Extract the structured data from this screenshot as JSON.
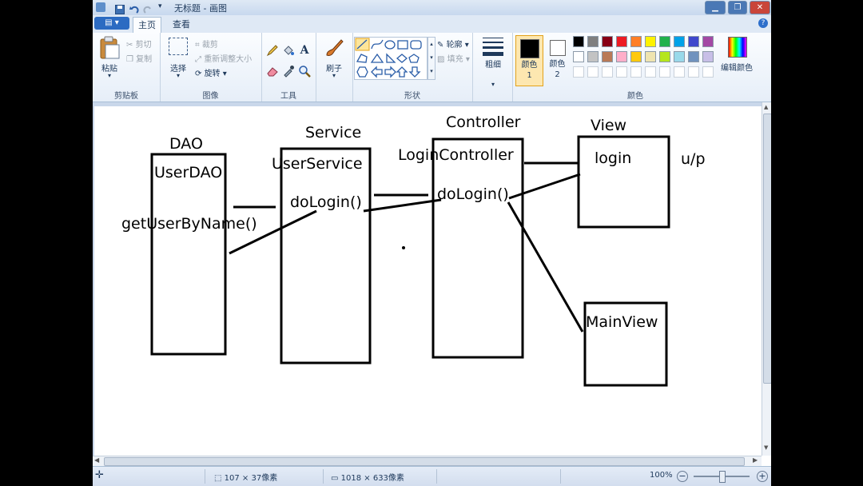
{
  "window": {
    "title": "无标题 - 画图",
    "minimize_glyph": "▁",
    "restore_glyph": "❐",
    "close_glyph": "✕"
  },
  "menu": {
    "app_button": "▤ ▾"
  },
  "tabs": [
    "主页",
    "查看"
  ],
  "help_glyph": "?",
  "ribbon": {
    "clipboard": {
      "paste": "粘贴",
      "cut": "剪切",
      "copy": "复制",
      "label": "剪贴板"
    },
    "image": {
      "select": "选择",
      "crop": "裁剪",
      "resize": "重新调整大小",
      "rotate": "旋转 ▾",
      "label": "图像"
    },
    "tools": {
      "label": "工具"
    },
    "brush": {
      "label": "刷子"
    },
    "shapes": {
      "outline": "轮廓 ▾",
      "fill": "填充 ▾",
      "label": "形状"
    },
    "size": {
      "label": "粗细"
    },
    "colors": {
      "color1": "颜色 1",
      "color2": "颜色 2",
      "edit": "编辑颜色",
      "label": "颜色",
      "swatches_row1": [
        "#000000",
        "#7f7f7f",
        "#880015",
        "#ed1c24",
        "#ff7f27",
        "#fff200",
        "#22b14c",
        "#00a2e8",
        "#3f48cc",
        "#a349a4"
      ],
      "swatches_row2": [
        "#ffffff",
        "#c3c3c3",
        "#b97a57",
        "#ffaec9",
        "#ffc90e",
        "#efe4b0",
        "#b5e61d",
        "#99d9ea",
        "#7092be",
        "#c8bfe7"
      ]
    }
  },
  "drawing": {
    "headings": {
      "dao": "DAO",
      "service": "Service",
      "controller": "Controller",
      "view": "View"
    },
    "box_labels": {
      "userdao": "UserDAO",
      "userservice": "UserService",
      "logincontroller": "LoginController",
      "login": "login",
      "mainview": "MainView"
    },
    "methods": {
      "getuser": "getUserByName()",
      "dologin_service": "doLogin()",
      "dologin_controller": "doLogin()"
    },
    "note": "u/p"
  },
  "status": {
    "selection_size": "107 × 37像素",
    "canvas_size": "1018 × 633像素",
    "zoom": "100%"
  }
}
